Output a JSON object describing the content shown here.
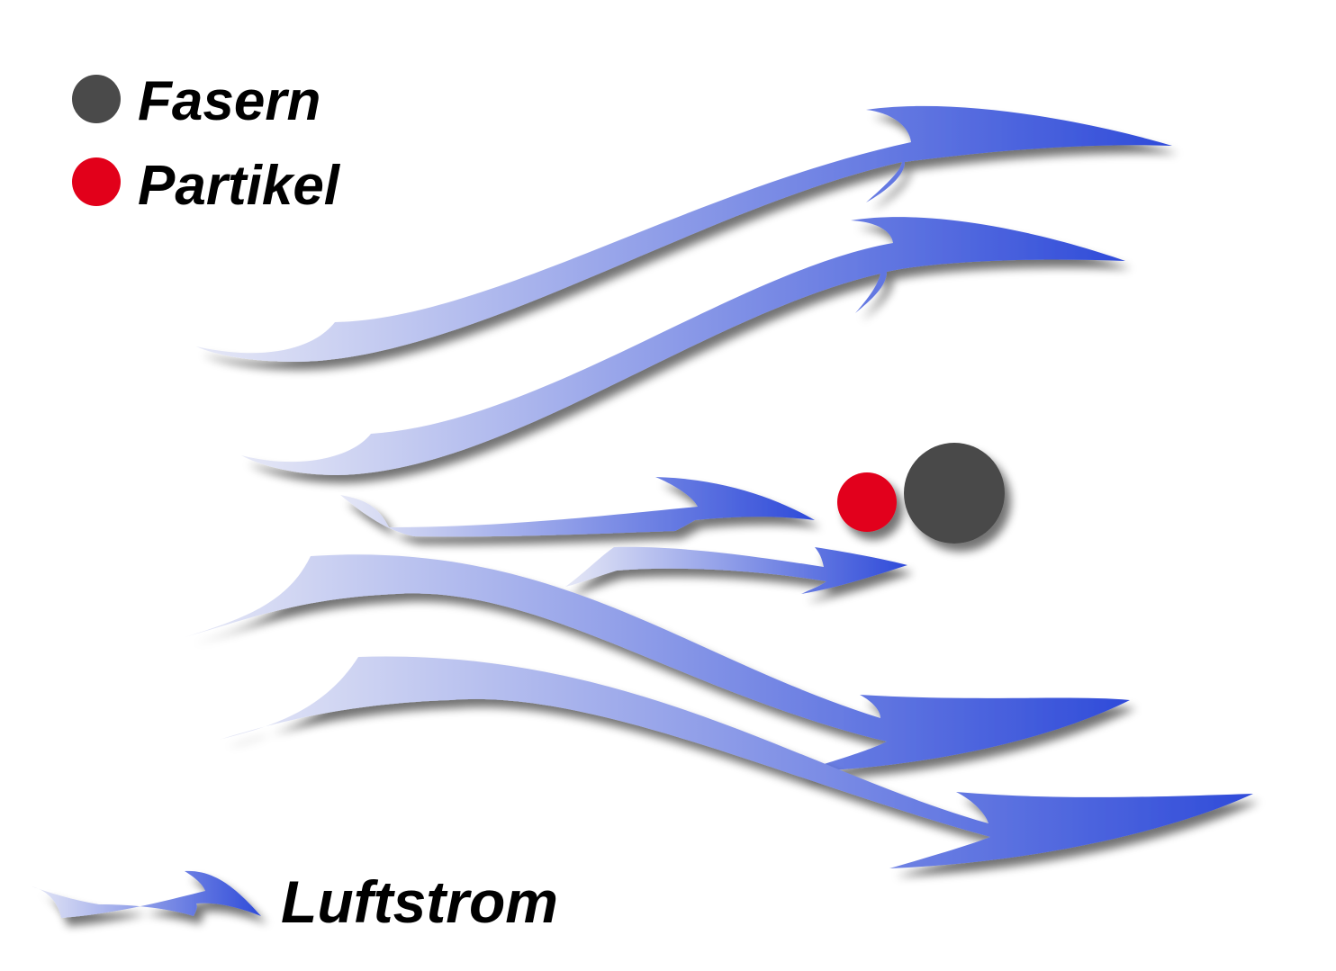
{
  "legend": {
    "fibers_label": "Fasern",
    "particles_label": "Partikel",
    "airflow_label": "Luftstrom"
  },
  "colors": {
    "fiber": "#4a4a4a",
    "particle": "#e2001a",
    "arrow_light": "#e6e8f6",
    "arrow_dark": "#2f4bd9",
    "shadow": "#000000"
  }
}
